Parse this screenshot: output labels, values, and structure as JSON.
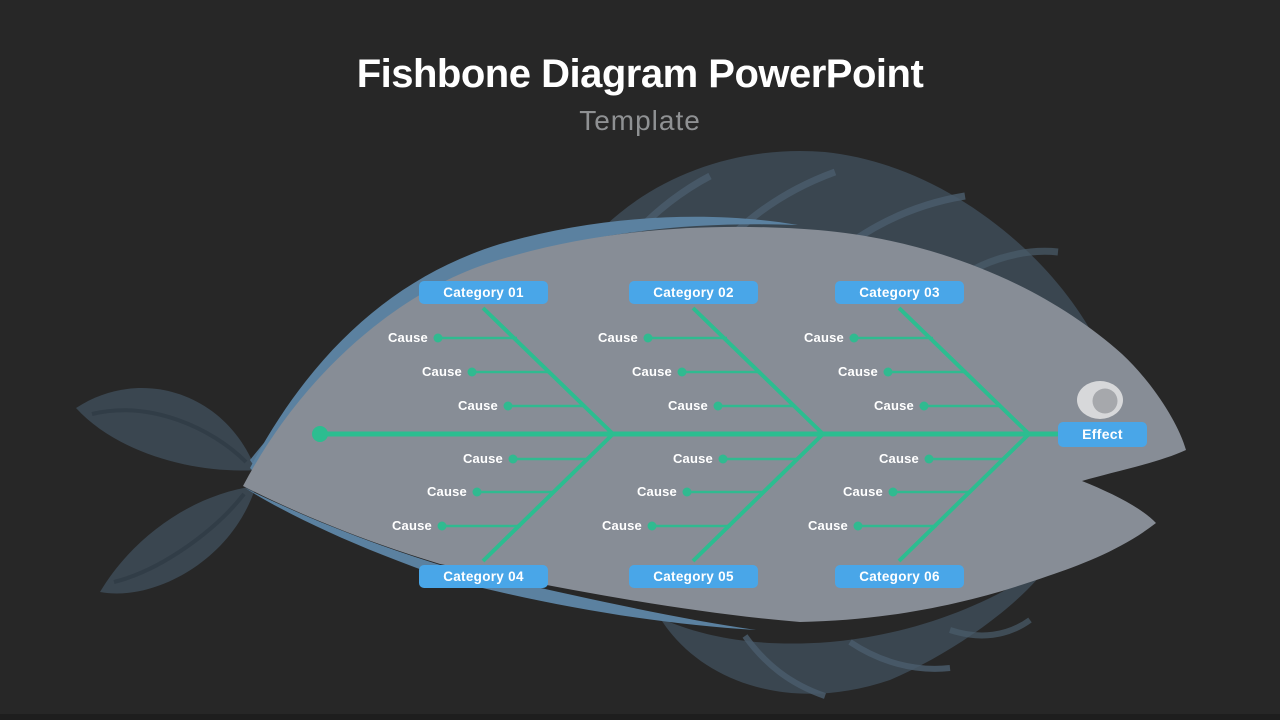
{
  "slide": {
    "title": "Fishbone Diagram PowerPoint",
    "subtitle": "Template"
  },
  "diagram": {
    "type": "fishbone",
    "effect_label": "Effect",
    "categories": [
      {
        "label": "Category 01",
        "position": "top",
        "causes": [
          "Cause",
          "Cause",
          "Cause"
        ]
      },
      {
        "label": "Category 02",
        "position": "top",
        "causes": [
          "Cause",
          "Cause",
          "Cause"
        ]
      },
      {
        "label": "Category 03",
        "position": "top",
        "causes": [
          "Cause",
          "Cause",
          "Cause"
        ]
      },
      {
        "label": "Category 04",
        "position": "bottom",
        "causes": [
          "Cause",
          "Cause",
          "Cause"
        ]
      },
      {
        "label": "Category 05",
        "position": "bottom",
        "causes": [
          "Cause",
          "Cause",
          "Cause"
        ]
      },
      {
        "label": "Category 06",
        "position": "bottom",
        "causes": [
          "Cause",
          "Cause",
          "Cause"
        ]
      }
    ]
  },
  "colors": {
    "background": "#272727",
    "bone_green": "#2cbd90",
    "label_blue": "#49a6e8",
    "body_gray": "#878d96",
    "body_blue_band": "#5b81a0",
    "fin_dark": "#3a4650",
    "fin_streak": "#4a5c6b",
    "title_white": "#ffffff",
    "subtitle_gray": "#8f9193",
    "eye_outer": "#d7d8da",
    "eye_inner": "#a6a8ac"
  }
}
